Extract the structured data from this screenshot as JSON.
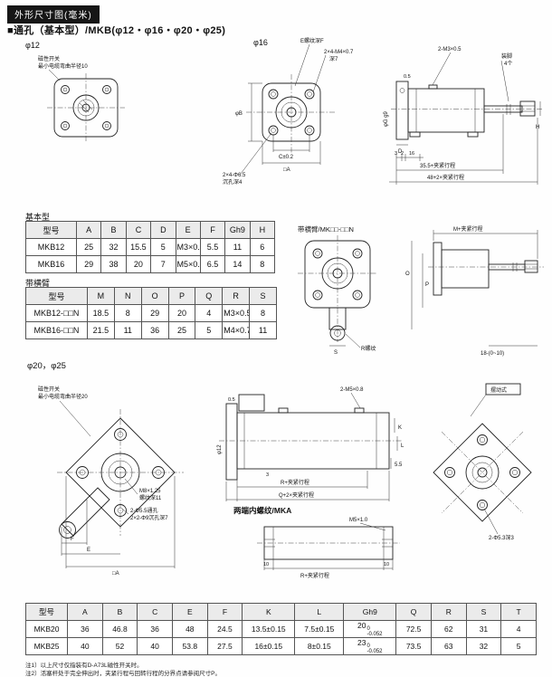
{
  "page": {
    "badge": "外形尺寸图(毫米)",
    "section_title": "■通孔（基本型）/MKB(φ12・φ16・φ20・φ25)",
    "label_2025": "φ20，φ25"
  },
  "top": {
    "phi12_label": "φ12",
    "phi16_label": "φ16",
    "magnetic_switch": "磁性开关",
    "cable_radius": "最小电缆弯曲半径10",
    "e_thread": "E螺纹深F",
    "m4_holes": "2×4-M4×0.7",
    "m4_depth": "深7",
    "phi_b": "φB",
    "c_tol": "C±0.2",
    "sq_a": "□A",
    "cbore": "2×4-Φ6.5",
    "cbore_depth": "沉孔深4",
    "port": "2-M3×0.5",
    "feet": "装脚",
    "feet_qty": "4个",
    "gap": "0.5",
    "phi_g": "φG g9",
    "dim_d": "D",
    "dim_3": "3",
    "dim_2": "2",
    "dim_16": "16",
    "dim_355": "35.5+夹紧行程",
    "dim_48": "48+2×夹紧行程",
    "dim_h": "H"
  },
  "table_basic": {
    "title": "基本型",
    "headers": [
      "型号",
      "A",
      "B",
      "C",
      "D",
      "E",
      "F",
      "Gh9",
      "H"
    ],
    "rows": [
      [
        "MKB12",
        "25",
        "32",
        "15.5",
        "5",
        "M3×0.5",
        "5.5",
        "11",
        "6"
      ],
      [
        "MKB16",
        "29",
        "38",
        "20",
        "7",
        "M5×0.8",
        "6.5",
        "14",
        "8"
      ]
    ]
  },
  "table_arm": {
    "title": "带横臂",
    "headers": [
      "型号",
      "M",
      "N",
      "O",
      "P",
      "Q",
      "R",
      "S"
    ],
    "rows": [
      [
        "MKB12-□□N",
        "18.5",
        "8",
        "29",
        "20",
        "4",
        "M3×0.5",
        "8"
      ],
      [
        "MKB16-□□N",
        "21.5",
        "11",
        "36",
        "25",
        "5",
        "M4×0.7",
        "11"
      ]
    ]
  },
  "arm_diagram": {
    "title": "带横臂/MK□□-□□N",
    "m_stroke": "M+夹紧行程",
    "dim_o": "O",
    "dim_p": "P",
    "dim_s": "S",
    "r_thread": "R螺纹",
    "range": "18-(0~10)"
  },
  "s2025": {
    "magnetic_switch": "磁性开关",
    "cable_radius": "最小电缆弯曲半径20",
    "m8": "M8×1.25",
    "m8_depth": "螺纹深11",
    "thru": "2-Φ5.5通孔",
    "cbore": "2×2-Φ9沉孔深7",
    "dim_f": "F",
    "dim_e": "E",
    "sq_a": "□A",
    "port": "2-M5×0.8",
    "phi12": "φ12",
    "gap": "0.5",
    "dim_k": "K",
    "dim_l": "L",
    "dim_55": "5.5",
    "dim_3": "3",
    "r_stroke": "R+夹紧行程",
    "q_stroke": "Q+2×夹紧行程",
    "swing_label": "摆动式",
    "swing_holes": "2-Φ5.3深3",
    "mka_title": "两端内螺纹/MKA",
    "mka_thread": "M5×1.0",
    "dim_10a": "10",
    "dim_10b": "10",
    "mka_stroke": "R+夹紧行程"
  },
  "table_bottom": {
    "headers": [
      "型号",
      "A",
      "B",
      "C",
      "E",
      "F",
      "K",
      "L",
      "Gh9",
      "Q",
      "R",
      "S",
      "T"
    ],
    "rows": [
      [
        "MKB20",
        "36",
        "46.8",
        "36",
        "48",
        "24.5",
        "13.5±0.15",
        "7.5±0.15",
        {
          "v": "20",
          "sup": "0",
          "sub": "-0.052"
        },
        "72.5",
        "62",
        "31",
        "4"
      ],
      [
        "MKB25",
        "40",
        "52",
        "40",
        "53.8",
        "27.5",
        "16±0.15",
        "8±0.15",
        {
          "v": "23",
          "sup": "0",
          "sub": "-0.052"
        },
        "73.5",
        "63",
        "32",
        "5"
      ]
    ]
  },
  "notes": {
    "n1": "注1）以上尺寸仅指装有D-A73L磁性开关时。",
    "n2": "注2）活塞杆处于完全伸出时，夹紧行程与回转行程的分界点请参阅尺寸P。"
  }
}
